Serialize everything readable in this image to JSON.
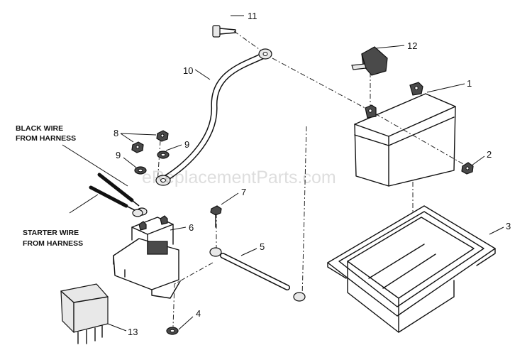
{
  "watermark": "eReplacementParts.com",
  "labels": {
    "black_wire_line1": "BLACK WIRE",
    "black_wire_line2": "FROM HARNESS",
    "starter_wire_line1": "STARTER WIRE",
    "starter_wire_line2": "FROM HARNESS"
  },
  "callouts": {
    "n1": "1",
    "n2": "2",
    "n3": "3",
    "n4": "4",
    "n5": "5",
    "n6": "6",
    "n7": "7",
    "n8": "8",
    "n9a": "9",
    "n9b": "9",
    "n10": "10",
    "n11": "11",
    "n12": "12",
    "n13": "13"
  }
}
